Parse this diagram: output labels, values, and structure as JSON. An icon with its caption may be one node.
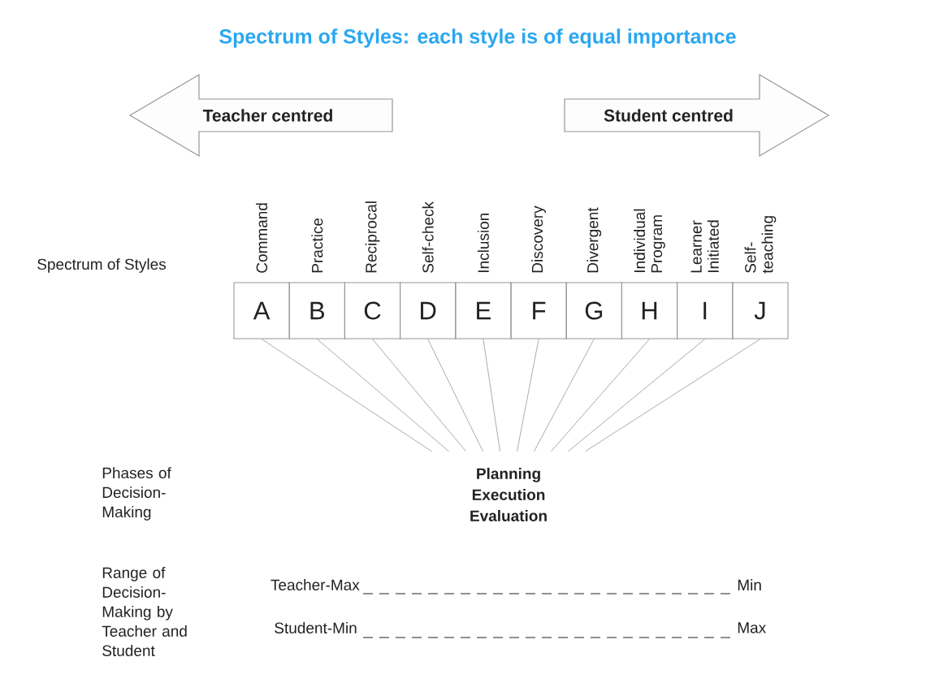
{
  "diagram": {
    "title": "Spectrum of Styles: each style is of equal importance",
    "nodes": [
      {
        "text": [
          "Teacher centred"
        ]
      },
      {
        "text": [
          "Student centred"
        ]
      },
      {
        "text": [
          "A"
        ],
        "beside": [
          "Command"
        ]
      },
      {
        "text": [
          "B"
        ],
        "beside": [
          "Practice"
        ]
      },
      {
        "text": [
          "C"
        ],
        "beside": [
          "Reciprocal"
        ]
      },
      {
        "text": [
          "D"
        ],
        "beside": [
          "Self-check"
        ]
      },
      {
        "text": [
          "E"
        ],
        "beside": [
          "Inclusion"
        ]
      },
      {
        "text": [
          "F"
        ],
        "beside": [
          "Discovery"
        ]
      },
      {
        "text": [
          "G"
        ],
        "beside": [
          "Divergent"
        ]
      },
      {
        "text": [
          "H"
        ],
        "beside": [
          "Individual Program"
        ]
      },
      {
        "text": [
          "I"
        ],
        "beside": [
          "Learner Initiated"
        ]
      },
      {
        "text": [
          "J"
        ],
        "beside": [
          "Self-teaching"
        ]
      },
      {
        "text": [
          "Planning Execution Evaluation"
        ]
      }
    ],
    "edges": [
      {
        "from": 2,
        "to": 12,
        "arrow": "none"
      },
      {
        "from": 3,
        "to": 12,
        "arrow": "none"
      },
      {
        "from": 4,
        "to": 12,
        "arrow": "none"
      },
      {
        "from": 5,
        "to": 12,
        "arrow": "none"
      },
      {
        "from": 6,
        "to": 12,
        "arrow": "none"
      },
      {
        "from": 7,
        "to": 12,
        "arrow": "none"
      },
      {
        "from": 8,
        "to": 12,
        "arrow": "none"
      },
      {
        "from": 9,
        "to": 12,
        "arrow": "none"
      },
      {
        "from": 10,
        "to": 12,
        "arrow": "none"
      },
      {
        "from": 11,
        "to": 12,
        "arrow": "none"
      }
    ],
    "labels": [
      "Spectrum of Styles",
      "Phases of Decision-Making",
      "Range of Decision-Making by Teacher and Student",
      "Teacher-Max",
      "Min",
      "Student-Min",
      "Max"
    ]
  }
}
